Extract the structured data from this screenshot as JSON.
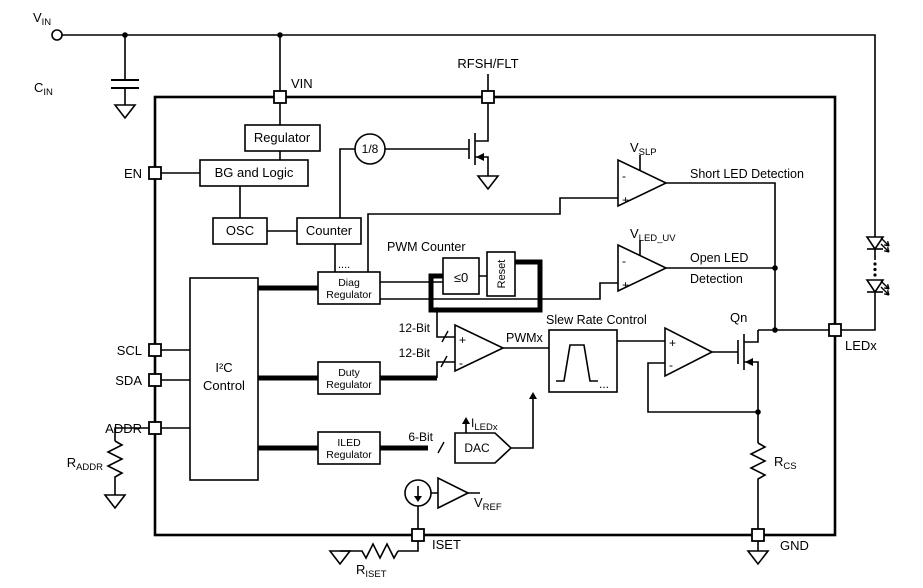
{
  "pins": {
    "vin": "VIN",
    "rfsh_flt": "RFSH/FLT",
    "en": "EN",
    "scl": "SCL",
    "sda": "SDA",
    "addr": "ADDR",
    "ledx": "LEDx",
    "gnd": "GND",
    "iset": "ISET"
  },
  "blocks": {
    "regulator": "Regulator",
    "bg_logic": "BG and Logic",
    "osc": "OSC",
    "counter": "Counter",
    "divider": "1/8",
    "diag_l1": "Diag",
    "diag_l2": "Regulator",
    "duty_l1": "Duty",
    "duty_l2": "Regulator",
    "iled_l1": "ILED",
    "iled_l2": "Regulator",
    "i2c_l1": "I²C",
    "i2c_l2": "Control",
    "lte_zero": "≤0",
    "reset": "Reset",
    "dac": "DAC"
  },
  "labels": {
    "pwm_counter": "PWM Counter",
    "slew_rate_control": "Slew Rate Control",
    "pwmx": "PWMx",
    "short_led_detection": "Short LED Detection",
    "open_led_line1": "Open LED",
    "open_led_line2": "Detection",
    "qn": "Qn",
    "bus12_top": "12-Bit",
    "bus12_bottom": "12-Bit",
    "bus6": "6-Bit",
    "counter_dots": "....",
    "slew_dots": "...",
    "plus": "+",
    "minus": "-"
  },
  "sub_labels": {
    "v_in": {
      "base": "V",
      "sub": "IN"
    },
    "c_in": {
      "base": "C",
      "sub": "IN"
    },
    "v_slp": {
      "base": "V",
      "sub": "SLP"
    },
    "v_led_uv": {
      "base": "V",
      "sub": "LED_UV"
    },
    "r_addr": {
      "base": "R",
      "sub": "ADDR"
    },
    "r_iset": {
      "base": "R",
      "sub": "ISET"
    },
    "r_cs": {
      "base": "R",
      "sub": "CS"
    },
    "i_ledx": {
      "base": "I",
      "sub": "LEDx"
    },
    "v_ref": {
      "base": "V",
      "sub": "REF"
    }
  },
  "colors": {
    "line": "#000000",
    "background": "#ffffff",
    "block_fill": "#ffffff"
  }
}
